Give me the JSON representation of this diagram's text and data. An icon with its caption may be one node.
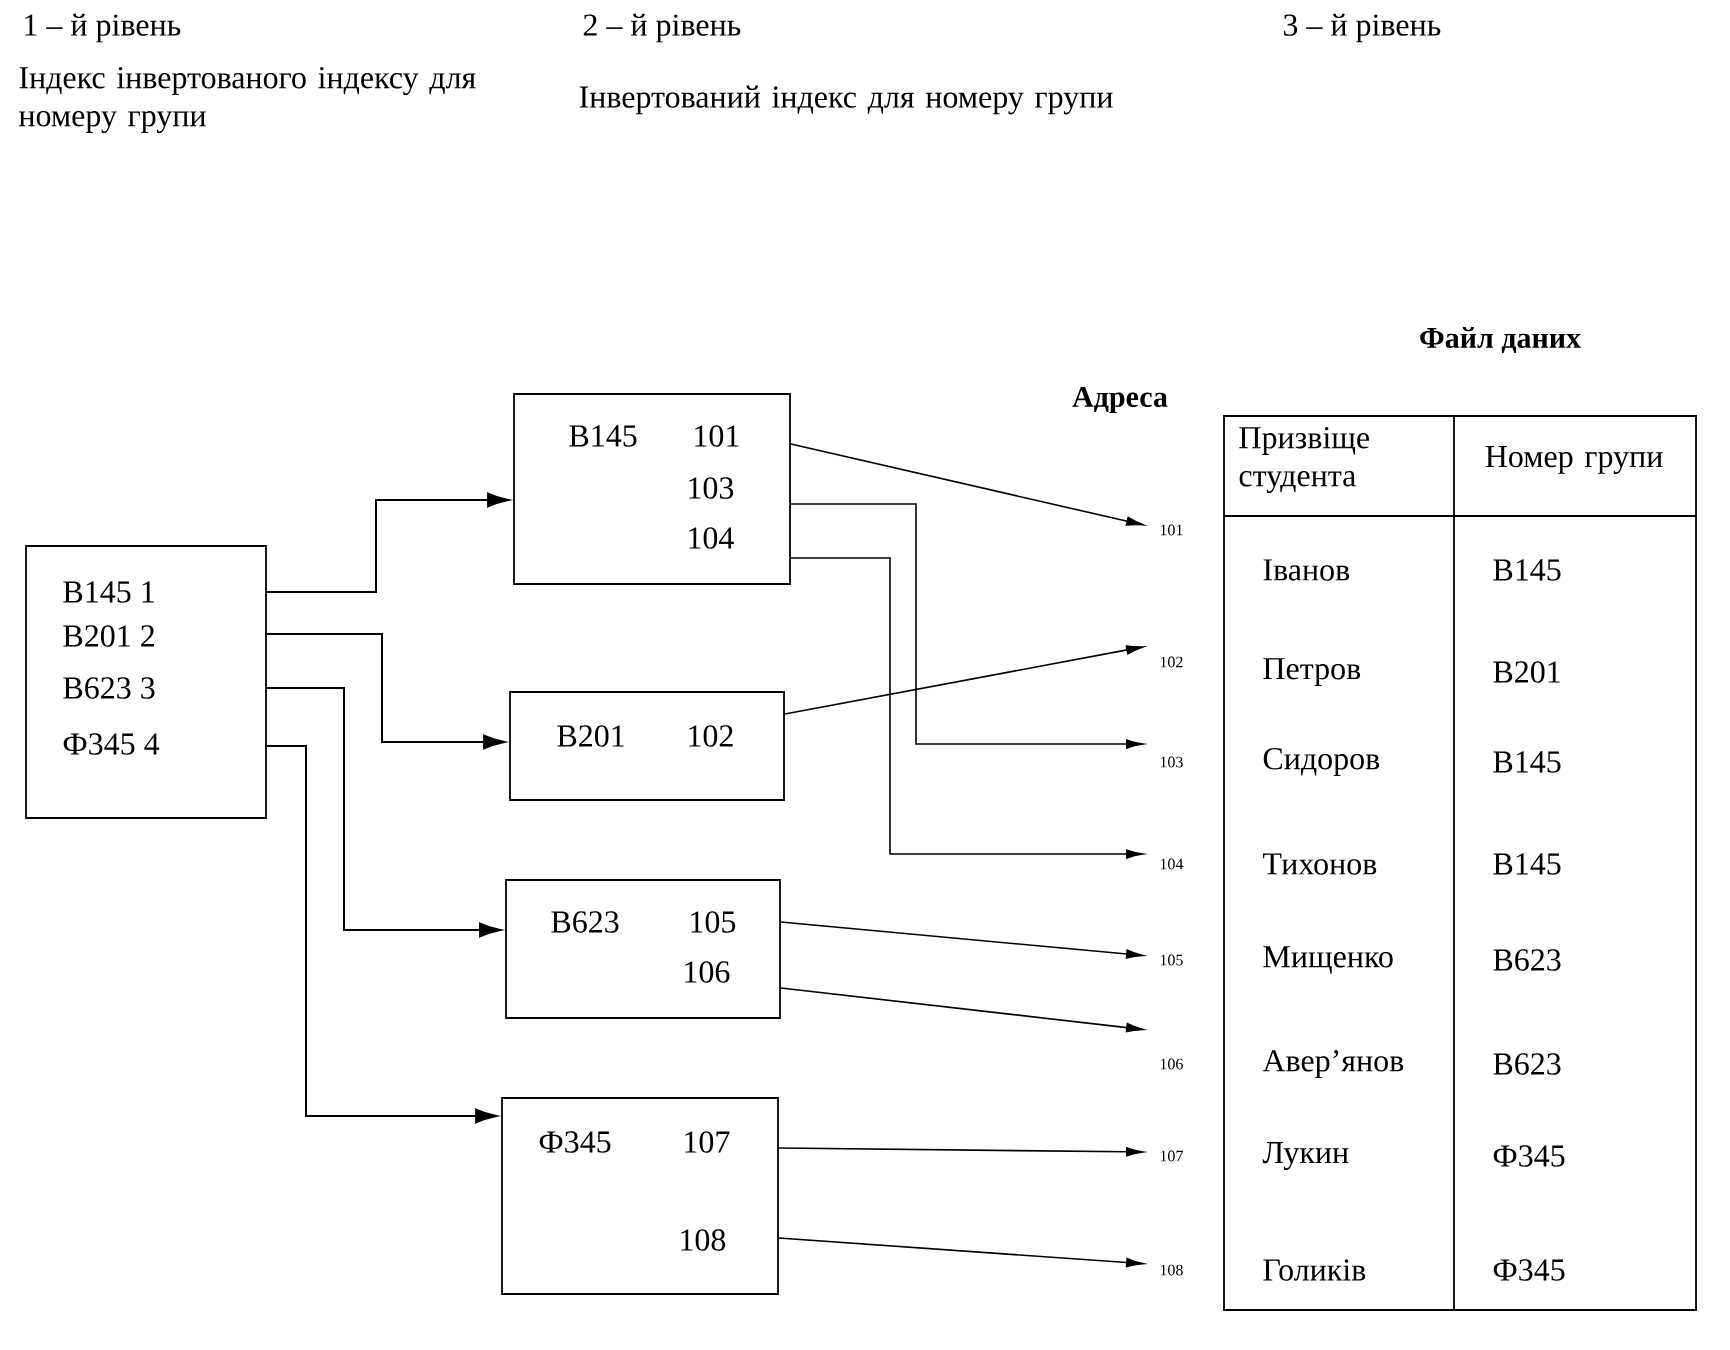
{
  "diagram": {
    "nodes": [
      {
        "text": [
          "В145 1",
          "В201 2",
          "В623 3",
          "Ф345 4"
        ]
      },
      {
        "text": [
          "В145",
          "101",
          "103",
          "104"
        ]
      },
      {
        "text": [
          "В201",
          "102"
        ]
      },
      {
        "text": [
          "В623",
          "105",
          "106"
        ]
      },
      {
        "text": [
          "Ф345",
          "107",
          "108"
        ]
      },
      {
        "text": [
          "101"
        ]
      },
      {
        "text": [
          "102"
        ]
      },
      {
        "text": [
          "103"
        ]
      },
      {
        "text": [
          "104"
        ]
      },
      {
        "text": [
          "105"
        ]
      },
      {
        "text": [
          "106"
        ]
      },
      {
        "text": [
          "107"
        ]
      },
      {
        "text": [
          "108"
        ]
      }
    ],
    "edges": [
      {
        "from": 0,
        "to": 1,
        "arrow": "to"
      },
      {
        "from": 0,
        "to": 2,
        "arrow": "to"
      },
      {
        "from": 0,
        "to": 3,
        "arrow": "to"
      },
      {
        "from": 0,
        "to": 4,
        "arrow": "to"
      },
      {
        "from": 1,
        "to": 5,
        "arrow": "to"
      },
      {
        "from": 1,
        "to": 7,
        "arrow": "to"
      },
      {
        "from": 1,
        "to": 8,
        "arrow": "to"
      },
      {
        "from": 2,
        "to": 6,
        "arrow": "to"
      },
      {
        "from": 3,
        "to": 9,
        "arrow": "to"
      },
      {
        "from": 3,
        "to": 10,
        "arrow": "to"
      },
      {
        "from": 4,
        "to": 11,
        "arrow": "to"
      },
      {
        "from": 4,
        "to": 12,
        "arrow": "to"
      }
    ],
    "labels": [
      "1 – й рівень",
      "2 – й рівень",
      "3 – й рівень",
      "Індекс інвертованого індексу для номеру групи",
      "Інвертований індекс для номеру групи",
      "Файл даних",
      "Адреса",
      "Призвіще студента",
      "Номер групи",
      "Іванов",
      "В145",
      "Петров",
      "В201",
      "Сидоров",
      "В145",
      "Тихонов",
      "В145",
      "Мищенко",
      "В623",
      "Авер’янов",
      "В623",
      "Лукин",
      "Ф345",
      "Голиків",
      "Ф345"
    ]
  }
}
